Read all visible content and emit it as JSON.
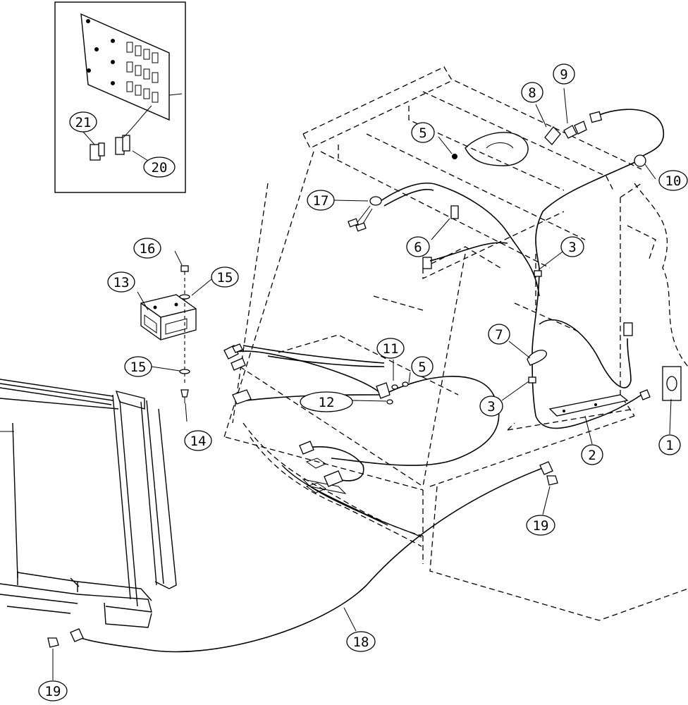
{
  "callouts": [
    {
      "id": "c21",
      "label": "21"
    },
    {
      "id": "c20",
      "label": "20"
    },
    {
      "id": "c16",
      "label": "16"
    },
    {
      "id": "c15a",
      "label": "15"
    },
    {
      "id": "c13",
      "label": "13"
    },
    {
      "id": "c15b",
      "label": "15"
    },
    {
      "id": "c14",
      "label": "14"
    },
    {
      "id": "c17",
      "label": "17"
    },
    {
      "id": "c5a",
      "label": "5"
    },
    {
      "id": "c6",
      "label": "6"
    },
    {
      "id": "c8",
      "label": "8"
    },
    {
      "id": "c9",
      "label": "9"
    },
    {
      "id": "c10",
      "label": "10"
    },
    {
      "id": "c3a",
      "label": "3"
    },
    {
      "id": "c7",
      "label": "7"
    },
    {
      "id": "c11",
      "label": "11"
    },
    {
      "id": "c5b",
      "label": "5"
    },
    {
      "id": "c12",
      "label": "12"
    },
    {
      "id": "c3b",
      "label": "3"
    },
    {
      "id": "c1",
      "label": "1"
    },
    {
      "id": "c2",
      "label": "2"
    },
    {
      "id": "c19a",
      "label": "19"
    },
    {
      "id": "c18",
      "label": "18"
    },
    {
      "id": "c19b",
      "label": "19"
    }
  ]
}
